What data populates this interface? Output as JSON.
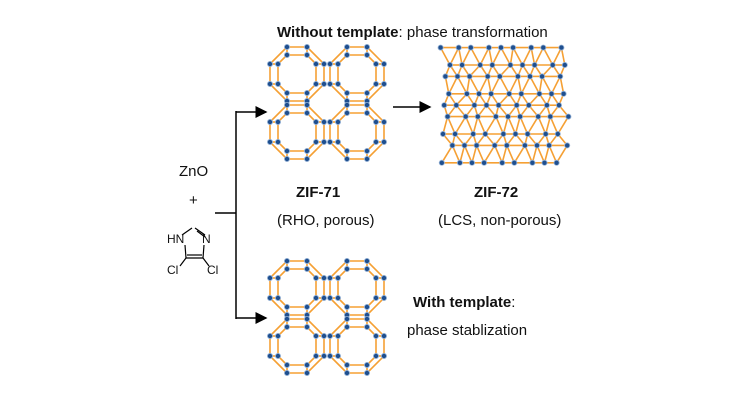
{
  "top_heading": {
    "bold": "Without template",
    "rest": ": phase transformation"
  },
  "reactants": {
    "zno": "ZnO",
    "plus": "+",
    "hn": "HN",
    "n": "N",
    "cl1": "Cl",
    "cl2": "Cl"
  },
  "zif71": {
    "name": "ZIF-71",
    "desc": "(RHO, porous)"
  },
  "zif72": {
    "name": "ZIF-72",
    "desc": "(LCS, non-porous)"
  },
  "with_template": {
    "bold": "With template",
    "rest": ":",
    "line2": "phase stablization"
  },
  "colors": {
    "bond": "#f5a034",
    "node": "#1f4f8f",
    "node_edge": "#9ab6d8"
  }
}
